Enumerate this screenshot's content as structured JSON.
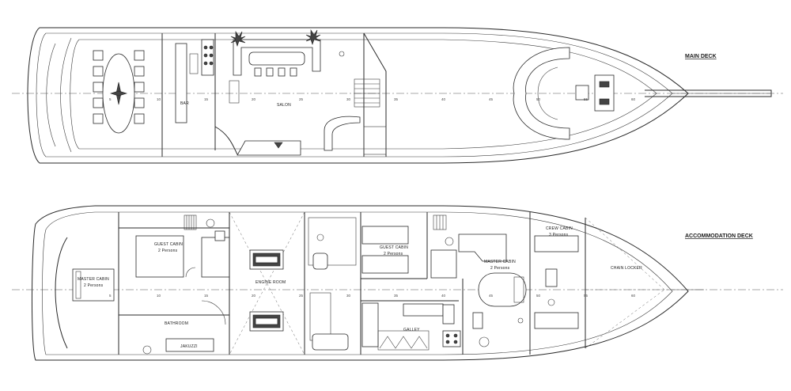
{
  "decks": {
    "main": {
      "title": "MAIN DECK",
      "rooms": {
        "salon": "SALON",
        "bar": "BAR"
      },
      "frames": [
        "5",
        "10",
        "15",
        "20",
        "25",
        "30",
        "35",
        "40",
        "45",
        "50",
        "55",
        "60"
      ]
    },
    "accommodation": {
      "title": "ACCOMMODATION DECK",
      "rooms": {
        "master_cabin_aft": "MASTER CABIN",
        "master_cabin_aft_persons": "2 Persons",
        "guest_cabin_1": "GUEST CABIN",
        "guest_cabin_1_persons": "2 Persons",
        "bathroom": "BATHROOM",
        "jacuzzi": "JAKUZZI",
        "engine_room": "ENGINE ROOM",
        "guest_cabin_2": "GUEST CABIN",
        "guest_cabin_2_persons": "2 Persons",
        "galley": "GALLEY",
        "master_cabin_fwd": "MASTER CABIN",
        "master_cabin_fwd_persons": "2 Persons",
        "crew_cabin": "CREW CABIN",
        "crew_cabin_persons": "3 Persons",
        "chain_locker": "CHAIN LOCKER"
      },
      "frames": [
        "5",
        "10",
        "15",
        "20",
        "25",
        "30",
        "35",
        "40",
        "45",
        "50",
        "55",
        "60"
      ]
    }
  }
}
